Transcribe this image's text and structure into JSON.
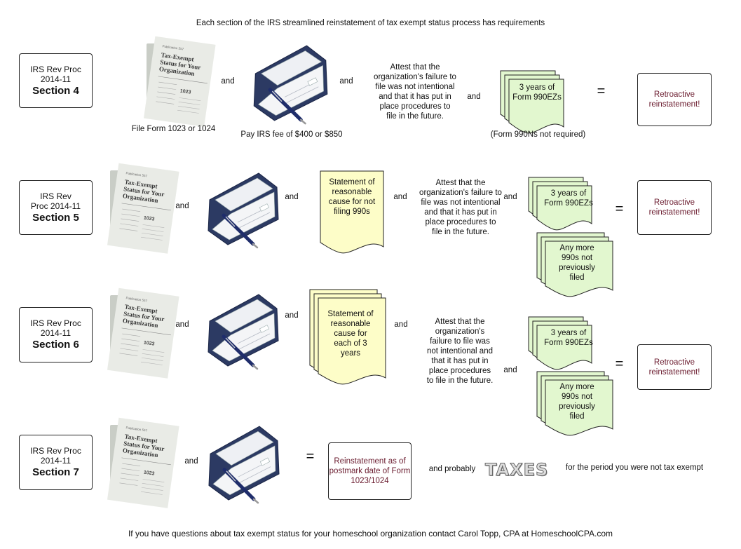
{
  "title": "Each section of the IRS streamlined reinstatement of tax exempt status process has requirements",
  "footer": "If you have questions about tax exempt status for your homeschool organization contact Carol Topp, CPA at HomeschoolCPA.com",
  "common": {
    "and": "and",
    "equals": "=",
    "retroactive": "Retroactive reinstatement!",
    "three_years": "3 years of Form 990EZs",
    "attest_wide": "Attest that the organization's failure to file was not intentional and that it has put in place procedures to file in the future.",
    "any_more": "Any more 990s not previously filed",
    "form_cover": {
      "publication": "Publication 557",
      "line1": "Tax-Exempt",
      "line2": "Status for Your",
      "line3": "Organization",
      "number": "1023"
    }
  },
  "section4": {
    "label_line1": "IRS Rev Proc",
    "label_line2": "2014-11",
    "label_big": "Section 4",
    "file_caption": "File Form 1023 or 1024",
    "fee_caption": "Pay IRS fee of $400 or $850",
    "not_required": "(Form 990Ns not required)"
  },
  "section5": {
    "label_line1": "IRS Rev",
    "label_line2": "Proc 2014-11",
    "label_big": "Section 5",
    "statement": "Statement of reasonable cause for not filing 990s"
  },
  "section6": {
    "label_line1": "IRS Rev Proc",
    "label_line2": "2014-11",
    "label_big": "Section 6",
    "statement": "Statement of reasonable cause for each of 3 years",
    "attest": "Attest that the organization's failure to file was not intentional and that it has put in place procedures to file in the future."
  },
  "section7": {
    "label_line1": "IRS Rev Proc",
    "label_line2": "2014-11",
    "label_big": "Section 7",
    "result": "Reinstatement as of postmark date of Form 1023/1024",
    "and_probably": "and probably",
    "taxes": "TAXES",
    "period": "for the period you were not tax exempt"
  },
  "colors": {
    "green_doc": "#e2f7cf",
    "yellow_doc": "#fdfdc8",
    "result_text": "#6a1b2e",
    "checkbook": "#2c3a63"
  }
}
